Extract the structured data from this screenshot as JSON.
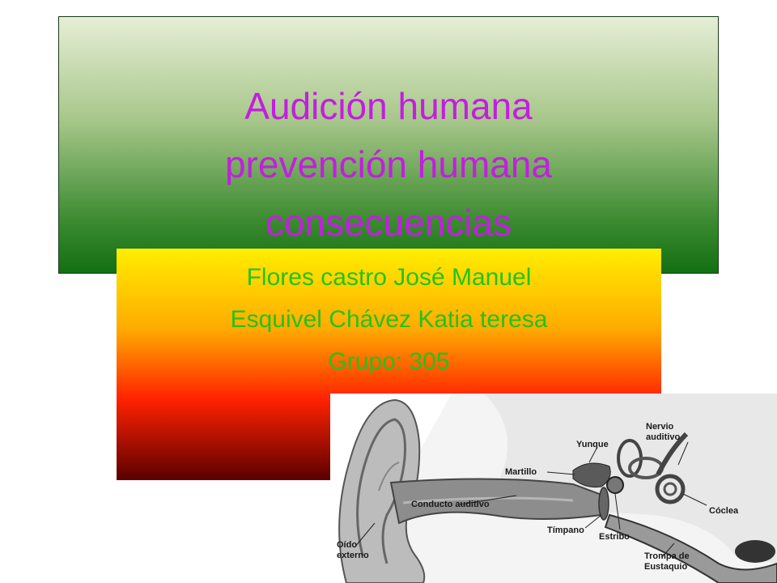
{
  "slide": {
    "title_lines": [
      "Audición humana",
      "prevención humana",
      "consecuencias"
    ],
    "subtitle_lines": [
      "Flores castro José Manuel",
      "Esquivel Chávez Katia teresa",
      "Grupo: 305"
    ]
  },
  "ear_diagram": {
    "labels": {
      "nervio": "Nervio",
      "auditivo": "auditivo",
      "yunque": "Yunque",
      "martillo": "Martillo",
      "conducto": "Conducto auditivo",
      "coclea": "Cóclea",
      "timpano": "Tímpano",
      "estribo": "Estribo",
      "oido": "Oído",
      "externo": "externo",
      "trompa": "Trompa de",
      "eustaquio": "Eustaquio"
    }
  },
  "colors": {
    "title_text": "#c31ee0",
    "subtitle_text": "#23c21e"
  }
}
